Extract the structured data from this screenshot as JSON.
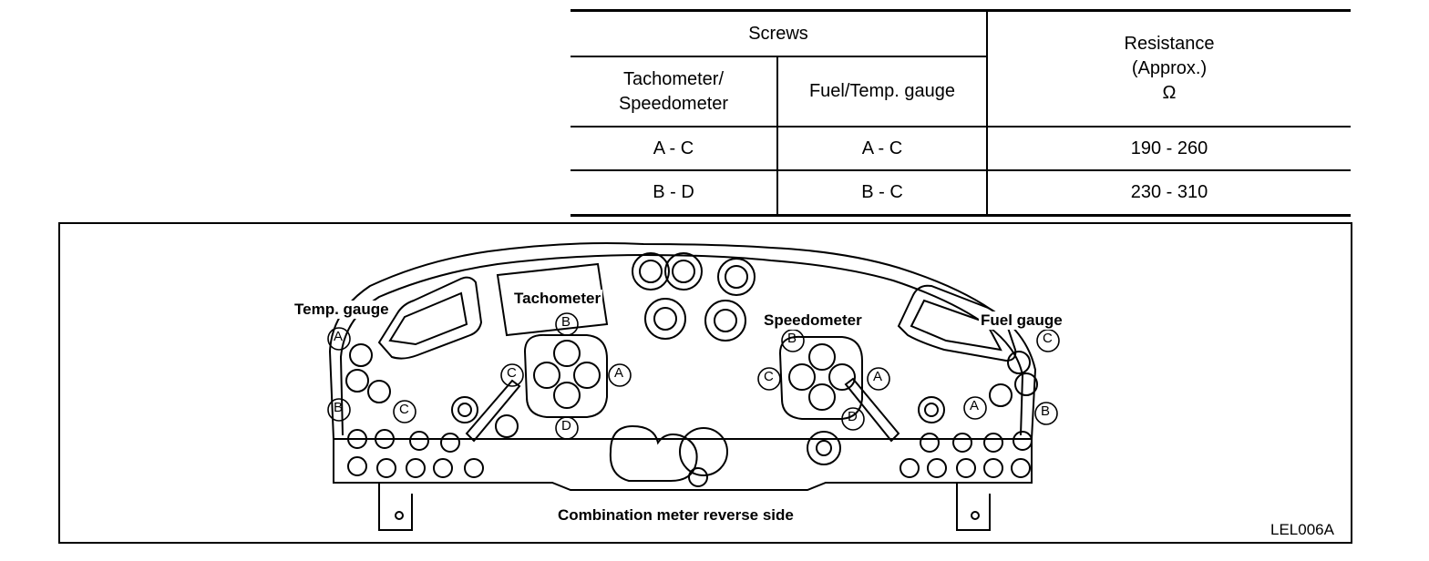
{
  "table": {
    "header_screws": "Screws",
    "header_resistance": "Resistance\n(Approx.)\nΩ",
    "sub_tacho_speedo": "Tachometer/\nSpeedometer",
    "sub_fuel_temp": "Fuel/Temp. gauge",
    "rows": [
      {
        "tacho_speedo": "A - C",
        "fuel_temp": "A - C",
        "resistance": "190 - 260"
      },
      {
        "tacho_speedo": "B - D",
        "fuel_temp": "B - C",
        "resistance": "230 - 310"
      }
    ]
  },
  "figure": {
    "labels": {
      "temp_gauge": "Temp. gauge",
      "tachometer": "Tachometer",
      "speedometer": "Speedometer",
      "fuel_gauge": "Fuel gauge"
    },
    "terminals": {
      "A": "A",
      "B": "B",
      "C": "C",
      "D": "D"
    },
    "caption": "Combination meter reverse side",
    "code": "LEL006A"
  }
}
